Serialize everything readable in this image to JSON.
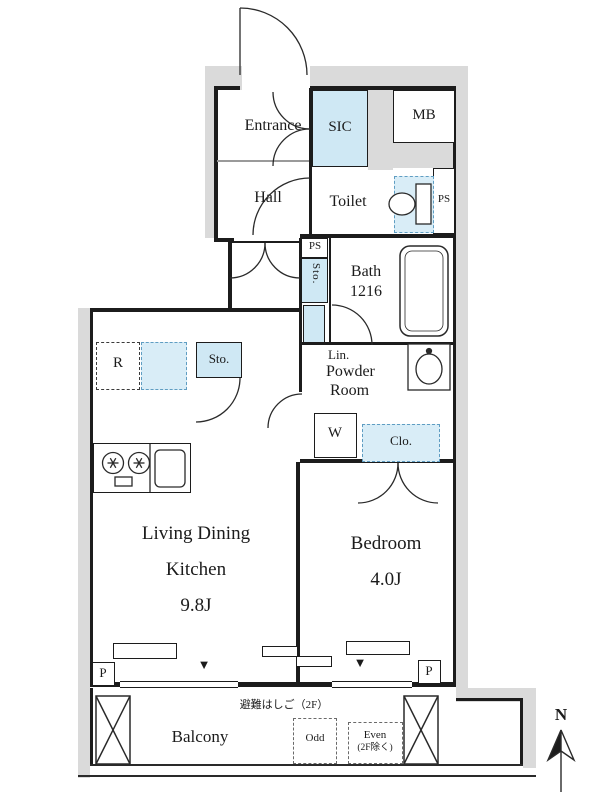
{
  "plan": {
    "labels": {
      "entrance": "Entrance",
      "sic": "SIC",
      "mb": "MB",
      "hall": "Hall",
      "toilet": "Toilet",
      "ps_right": "PS",
      "ps_mid": "PS",
      "sto_column": "Sto.",
      "bath_name": "Bath",
      "bath_size": "1216",
      "fridge": "R",
      "sto_left": "Sto.",
      "linen": "Lin.",
      "powder_1": "Powder",
      "powder_2": "Room",
      "washer": "W",
      "closet": "Clo.",
      "ldk_1": "Living Dining",
      "ldk_2": "Kitchen",
      "ldk_size": "9.8J",
      "bedroom": "Bedroom",
      "bedroom_size": "4.0J",
      "pillar_left": "P",
      "pillar_right": "P",
      "balcony": "Balcony",
      "hatch_note": "避難はしご（2F）",
      "hatch_odd": "Odd",
      "hatch_even_1": "Even",
      "hatch_even_2": "(2F除く)",
      "compass_north": "N"
    },
    "icons": {
      "slide_marker": "▼"
    },
    "colors": {
      "structure_gray": "#dadada",
      "highlight_blue": "#cfe8f4",
      "wall_black": "#1c1c1c"
    }
  }
}
